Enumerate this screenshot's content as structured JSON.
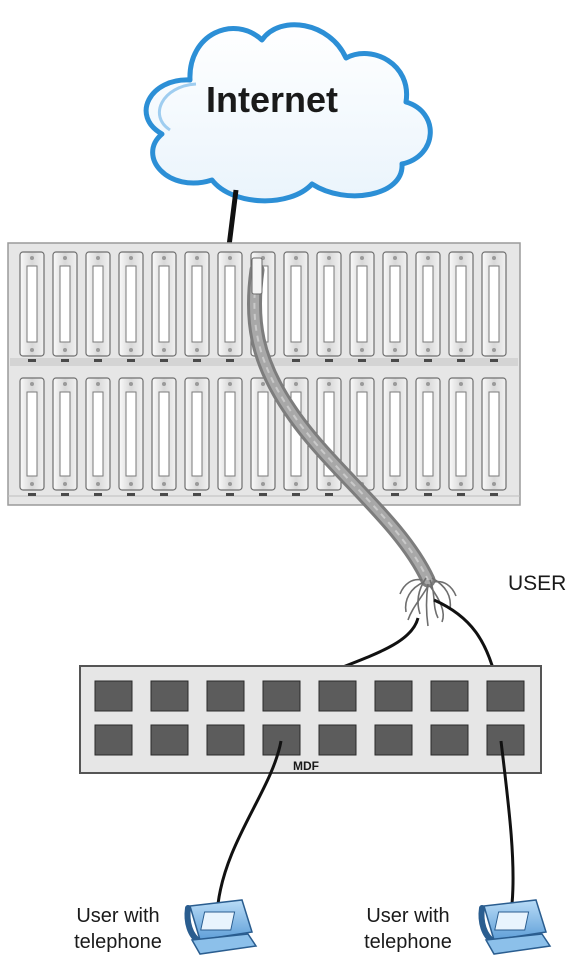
{
  "cloud": {
    "label": "Internet"
  },
  "labels": {
    "user": "USER",
    "mdf": "MDF",
    "phone_left": [
      "User with",
      "telephone"
    ],
    "phone_right": [
      "User with",
      "telephone"
    ]
  },
  "icons": {
    "cloud": "cloud-icon",
    "chassis": "dslam-chassis-icon",
    "mdf": "mdf-panel-icon",
    "telephone": "telephone-icon"
  },
  "colors": {
    "cloud_outline": "#2c8fd6",
    "cable": "#8c8c8c",
    "chassis": "#e6e6e6",
    "port": "#5c5c5c",
    "phone": "#7fb6e6"
  }
}
